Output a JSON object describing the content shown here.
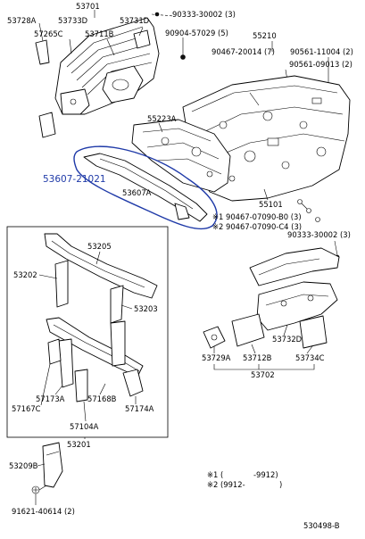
{
  "highlight": {
    "code": "53607-21021",
    "color": "#1f3aa8"
  },
  "labels": {
    "l53701": "53701",
    "l53728A": "53728A",
    "l53733D": "53733D",
    "l53731D": "53731D",
    "l57265C": "57265C",
    "l53711B": "53711B",
    "l90333_top": "90333-30002 (3)",
    "l90904": "90904-57029 (5)",
    "l55210": "55210",
    "l90467_20014": "90467-20014 (7)",
    "l90561_11004": "90561-11004 (2)",
    "l90561_09013": "90561-09013 (2)",
    "l55223A": "55223A",
    "l55101": "55101",
    "l53607A": "53607A",
    "l90467_B0": "※1 90467-07090-B0 (3)",
    "l90467_C4": "※2 90467-07090-C4 (3)",
    "l90333_right": "90333-30002 (3)",
    "l53205": "53205",
    "l53202": "53202",
    "l53203": "53203",
    "l57173A": "57173A",
    "l57168B": "57168B",
    "l57167C": "57167C",
    "l57174A": "57174A",
    "l57104A": "57104A",
    "l53201": "53201",
    "l53209B": "53209B",
    "l91621": "91621-40614 (2)",
    "l53729A": "53729A",
    "l53712B": "53712B",
    "l53734C": "53734C",
    "l53732D": "53732D",
    "l53702": "53702",
    "fn1_a": "※1 (",
    "fn1_b": "-9912)",
    "fn2_a": "※2 (9912-",
    "fn2_b": ")",
    "page_code": "530498-B"
  }
}
